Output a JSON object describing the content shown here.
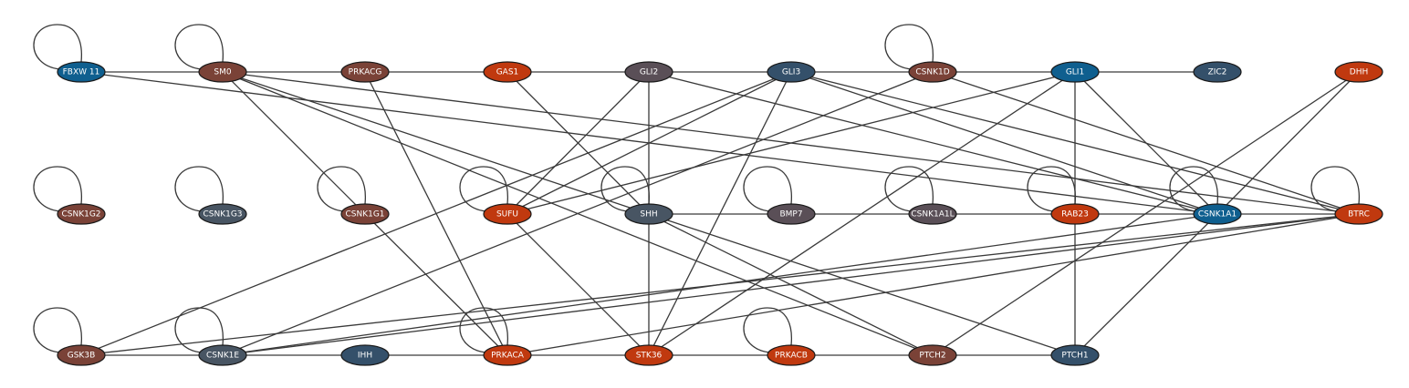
{
  "palette": {
    "brown": "#7a4237",
    "orange": "#c0390f",
    "blue": "#0f5f8f",
    "slate": "#34506a",
    "gray": "#5a4f57",
    "darkslate": "#485563"
  },
  "nodes": [
    {
      "id": "FBXW11",
      "label": "FBXW 11",
      "color": "blue",
      "loop": true
    },
    {
      "id": "SMO",
      "label": "SM0",
      "color": "brown",
      "loop": true
    },
    {
      "id": "PRKACG",
      "label": "PRKACG",
      "color": "brown",
      "loop": false
    },
    {
      "id": "GAS1",
      "label": "GAS1",
      "color": "orange",
      "loop": false
    },
    {
      "id": "GLI2",
      "label": "GLI2",
      "color": "gray",
      "loop": false
    },
    {
      "id": "GLI3",
      "label": "GLI3",
      "color": "slate",
      "loop": false
    },
    {
      "id": "CSNK1D",
      "label": "CSNK1D",
      "color": "brown",
      "loop": true
    },
    {
      "id": "GLI1",
      "label": "GLI1",
      "color": "blue",
      "loop": false
    },
    {
      "id": "ZIC2",
      "label": "ZIC2",
      "color": "slate",
      "loop": false
    },
    {
      "id": "DHH",
      "label": "DHH",
      "color": "orange",
      "loop": false
    },
    {
      "id": "CSNK1G2",
      "label": "CSNK1G2",
      "color": "brown",
      "loop": true
    },
    {
      "id": "CSNK1G3",
      "label": "CSNK1G3",
      "color": "darkslate",
      "loop": true
    },
    {
      "id": "CSNK1G1",
      "label": "CSNK1G1",
      "color": "brown",
      "loop": true
    },
    {
      "id": "SUFU",
      "label": "SUFU",
      "color": "orange",
      "loop": true
    },
    {
      "id": "SHH",
      "label": "SHH",
      "color": "darkslate",
      "loop": true
    },
    {
      "id": "BMP7",
      "label": "BMP7",
      "color": "gray",
      "loop": true
    },
    {
      "id": "CSNK1A1L",
      "label": "CSNK1A1L",
      "color": "gray",
      "loop": true
    },
    {
      "id": "RAB23",
      "label": "RAB23",
      "color": "orange",
      "loop": true
    },
    {
      "id": "CSNK1A1",
      "label": "CSNK1A1",
      "color": "blue",
      "loop": true
    },
    {
      "id": "BTRC",
      "label": "BTRC",
      "color": "orange",
      "loop": true
    },
    {
      "id": "GSK3B",
      "label": "GSK3B",
      "color": "brown",
      "loop": true
    },
    {
      "id": "CSNK1E",
      "label": "CSNK1E",
      "color": "darkslate",
      "loop": true
    },
    {
      "id": "IHH",
      "label": "IHH",
      "color": "slate",
      "loop": false
    },
    {
      "id": "PRKACA",
      "label": "PRKACA",
      "color": "orange",
      "loop": true
    },
    {
      "id": "STK36",
      "label": "STK36",
      "color": "orange",
      "loop": false
    },
    {
      "id": "PRKACB",
      "label": "PRKACB",
      "color": "orange",
      "loop": true
    },
    {
      "id": "PTCH2",
      "label": "PTCH2",
      "color": "brown",
      "loop": false
    },
    {
      "id": "PTCH1",
      "label": "PTCH1",
      "color": "slate",
      "loop": false
    }
  ],
  "edges": [
    [
      "FBXW11",
      "SMO"
    ],
    [
      "FBXW11",
      "CSNK1A1"
    ],
    [
      "SMO",
      "PRKACG"
    ],
    [
      "SMO",
      "CSNK1G1"
    ],
    [
      "SMO",
      "SHH"
    ],
    [
      "SMO",
      "PTCH2"
    ],
    [
      "SMO",
      "BTRC"
    ],
    [
      "PRKACG",
      "GAS1"
    ],
    [
      "PRKACG",
      "PRKACA"
    ],
    [
      "GAS1",
      "GLI2"
    ],
    [
      "GAS1",
      "SHH"
    ],
    [
      "GLI2",
      "GLI3"
    ],
    [
      "GLI2",
      "SHH"
    ],
    [
      "GLI2",
      "SUFU"
    ],
    [
      "GLI2",
      "CSNK1A1"
    ],
    [
      "GLI3",
      "CSNK1D"
    ],
    [
      "GLI3",
      "SUFU"
    ],
    [
      "GLI3",
      "GSK3B"
    ],
    [
      "GLI3",
      "STK36"
    ],
    [
      "GLI3",
      "CSNK1A1"
    ],
    [
      "GLI3",
      "BTRC"
    ],
    [
      "CSNK1D",
      "GLI1"
    ],
    [
      "CSNK1D",
      "CSNK1E"
    ],
    [
      "CSNK1D",
      "BTRC"
    ],
    [
      "GLI1",
      "ZIC2"
    ],
    [
      "GLI1",
      "SUFU"
    ],
    [
      "GLI1",
      "RAB23"
    ],
    [
      "GLI1",
      "STK36"
    ],
    [
      "GLI1",
      "CSNK1A1"
    ],
    [
      "DHH",
      "CSNK1A1"
    ],
    [
      "DHH",
      "PTCH2"
    ],
    [
      "CSNK1G1",
      "PRKACA"
    ],
    [
      "SUFU",
      "STK36"
    ],
    [
      "SHH",
      "BMP7"
    ],
    [
      "SHH",
      "STK36"
    ],
    [
      "SHH",
      "PTCH1"
    ],
    [
      "SHH",
      "PTCH2"
    ],
    [
      "BMP7",
      "CSNK1A1L"
    ],
    [
      "CSNK1A1L",
      "RAB23"
    ],
    [
      "RAB23",
      "CSNK1A1"
    ],
    [
      "RAB23",
      "PTCH1"
    ],
    [
      "CSNK1A1",
      "BTRC"
    ],
    [
      "CSNK1A1",
      "CSNK1E"
    ],
    [
      "CSNK1A1",
      "PTCH1"
    ],
    [
      "BTRC",
      "GSK3B"
    ],
    [
      "BTRC",
      "CSNK1E"
    ],
    [
      "BTRC",
      "PRKACA"
    ],
    [
      "GSK3B",
      "CSNK1E"
    ],
    [
      "CSNK1E",
      "IHH"
    ],
    [
      "IHH",
      "PRKACA"
    ],
    [
      "PRKACA",
      "STK36"
    ],
    [
      "STK36",
      "PRKACB"
    ],
    [
      "PRKACB",
      "PTCH2"
    ],
    [
      "PTCH2",
      "PTCH1"
    ]
  ]
}
